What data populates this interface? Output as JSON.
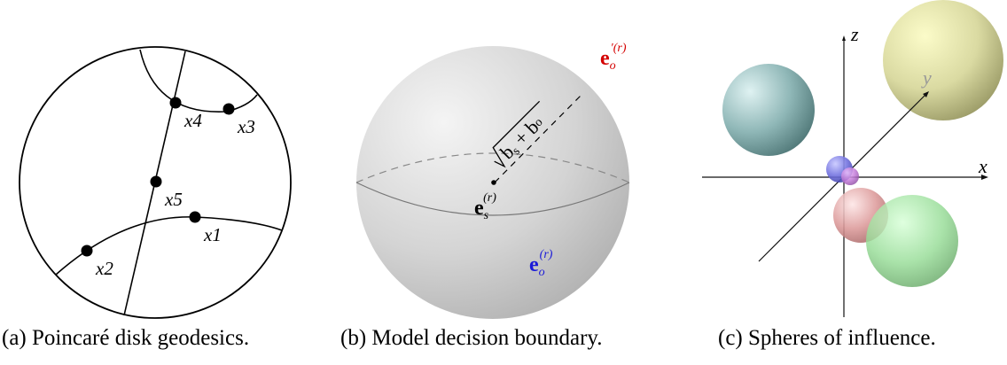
{
  "figure": {
    "panels": [
      {
        "id": "a",
        "caption": "(a) Poincaré disk geodesics.",
        "points": [
          {
            "label": "x1"
          },
          {
            "label": "x2"
          },
          {
            "label": "x3"
          },
          {
            "label": "x4"
          },
          {
            "label": "x5"
          }
        ]
      },
      {
        "id": "b",
        "caption": "(b) Model decision boundary.",
        "labels": {
          "center_point": "e",
          "center_sub": "s",
          "center_sup": "(r)",
          "blue_point": "e",
          "blue_sub": "o",
          "blue_sup": "(r)",
          "red_point": "e",
          "red_sub": "o",
          "red_sup": "′(r)",
          "radius_expr": "b",
          "radius_s": "s",
          "radius_plus": " + b",
          "radius_o": "o"
        },
        "colors": {
          "red_label": "#d40000",
          "blue_label": "#1a1ad8",
          "sphere": "#d6d6d6"
        }
      },
      {
        "id": "c",
        "caption": "(c) Spheres of influence.",
        "axes": {
          "x": "x",
          "y": "y",
          "z": "z"
        },
        "spheres": [
          {
            "name": "teal",
            "color": "#6f9f9f"
          },
          {
            "name": "yellow",
            "color": "#cfcf84"
          },
          {
            "name": "blue",
            "color": "#6a6ad8"
          },
          {
            "name": "purple",
            "color": "#c27ad8"
          },
          {
            "name": "red",
            "color": "#d88a8a"
          },
          {
            "name": "green",
            "color": "#8ed88e"
          }
        ]
      }
    ]
  }
}
